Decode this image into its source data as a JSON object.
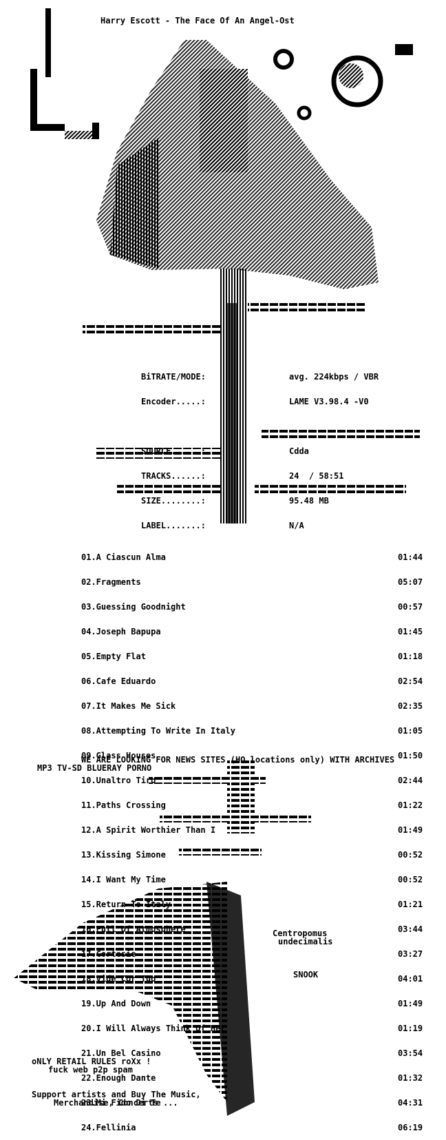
{
  "title": "Harry Escott - The Face Of An Angel-Ost",
  "info": [
    {
      "label": "BiTRATE/MODE:",
      "value": "avg. 224kbps / VBR"
    },
    {
      "label": "Encoder.....:",
      "value": "LAME V3.98.4 -V0"
    },
    {
      "label": "SOURCE......:",
      "value": "Cdda"
    },
    {
      "label": "TRACKS......:",
      "value": "24  / 58:51"
    },
    {
      "label": "SIZE........:",
      "value": "95.48 MB"
    },
    {
      "label": "LABEL.......:",
      "value": "N/A"
    }
  ],
  "tracks": [
    {
      "title": "01.A Ciascun Alma",
      "time": "01:44"
    },
    {
      "title": "02.Fragments",
      "time": "05:07"
    },
    {
      "title": "03.Guessing Goodnight",
      "time": "00:57"
    },
    {
      "title": "04.Joseph Bapupa",
      "time": "01:45"
    },
    {
      "title": "05.Empty Flat",
      "time": "01:18"
    },
    {
      "title": "06.Cafe Eduardo",
      "time": "02:54"
    },
    {
      "title": "07.It Makes Me Sick",
      "time": "02:35"
    },
    {
      "title": "08.Attempting To Write In Italy",
      "time": "01:05"
    },
    {
      "title": "09.Glass Houses",
      "time": "01:50"
    },
    {
      "title": "10.Unaltro Tiro",
      "time": "02:44"
    },
    {
      "title": "11.Paths Crossing",
      "time": "01:22"
    },
    {
      "title": "12.A Spirit Worthier Than I",
      "time": "01:49"
    },
    {
      "title": "13.Kissing Simone",
      "time": "00:52"
    },
    {
      "title": "14.I Want My Time",
      "time": "00:52"
    },
    {
      "title": "15.Return To Italy",
      "time": "01:21"
    },
    {
      "title": "16.Full Of Atmosphere",
      "time": "03:44"
    },
    {
      "title": "17.Cortesie",
      "time": "03:27"
    },
    {
      "title": "18.Vide Cor Tuo",
      "time": "04:01"
    },
    {
      "title": "19.Up And Down",
      "time": "01:49"
    },
    {
      "title": "20.I Will Always Think Of Her",
      "time": "01:19"
    },
    {
      "title": "21.Un Bel Casino",
      "time": "03:54"
    },
    {
      "title": "22.Enough Dante",
      "time": "01:32"
    },
    {
      "title": "23.Mi Fido Di Te",
      "time": "04:31"
    },
    {
      "title": "24.Fellinia",
      "time": "06:19"
    }
  ],
  "notice_line1": "WE ARE LOOKING FOR NEWS SITES (HQ locations only) WITH ARCHIVES",
  "notice_line2": "MP3 TV-SD BLUERAY PORNO",
  "fish_name1": "Centropomus",
  "fish_name2": "undecimalis",
  "fish_common": "SNOOK",
  "tag1": "oNLY RETAIL RULES roXx !",
  "tag2": "fuck web p2p spam",
  "support1": "Support artists and Buy The Music,",
  "support2": "Merchandise, Concerts ..."
}
